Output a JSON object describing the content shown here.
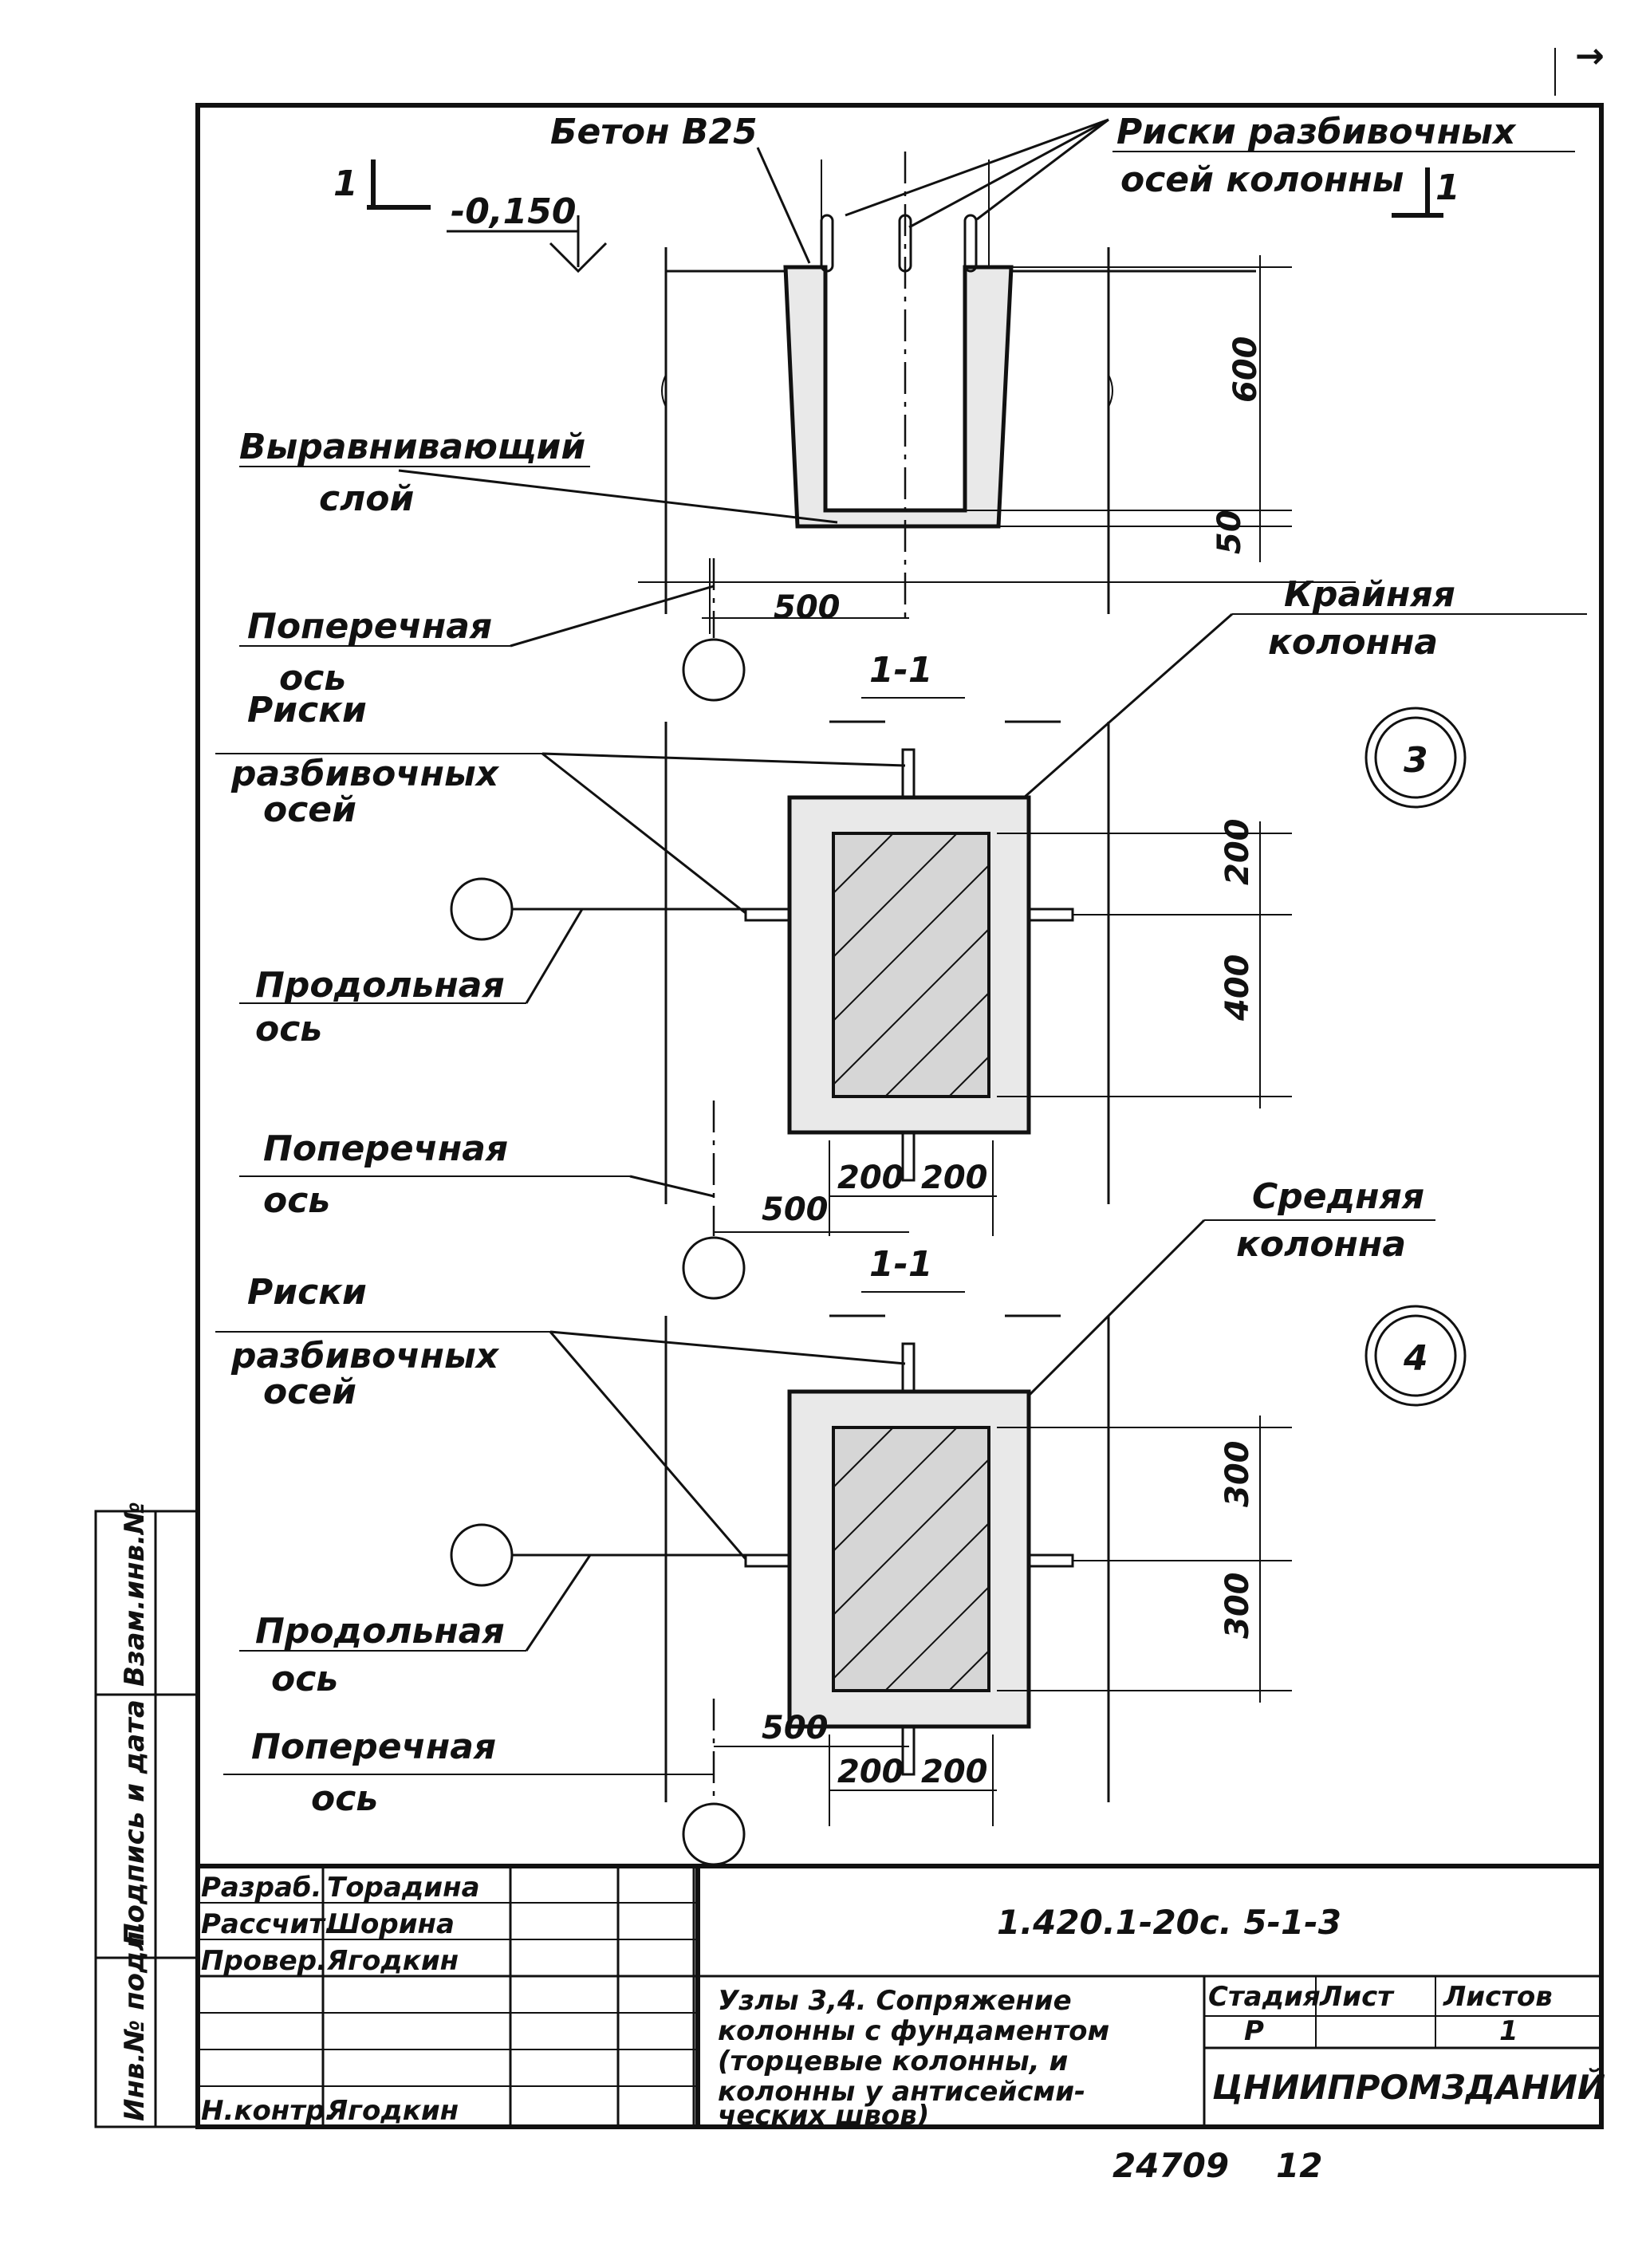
{
  "corner_mark": "→",
  "section_detail": {
    "concrete_label": "Бетон В25",
    "marks_label_line1": "Риски разбивочных",
    "marks_label_line2": "осей колонны",
    "section_mark_left": "1",
    "section_mark_right": "1",
    "level_mark": "-0,150",
    "leveling_label_line1": "Выравнивающий",
    "leveling_label_line2": "слой",
    "dim_depth": "600",
    "dim_bottom": "50",
    "dim_width": "500",
    "cross_axis_line1": "Поперечная",
    "cross_axis_line2": "ось"
  },
  "node3": {
    "section_title": "1-1",
    "node_number": "3",
    "column_label_line1": "Крайняя",
    "column_label_line2": "колонна",
    "marks_line1": "Риски",
    "marks_line2": "разбивочных",
    "marks_line3": "осей",
    "long_axis_line1": "Продольная",
    "long_axis_line2": "ось",
    "cross_axis_line1": "Поперечная",
    "cross_axis_line2": "ось",
    "dim_top": "200",
    "dim_bottom": "400",
    "dim_left": "200",
    "dim_right": "200",
    "dim_offset": "500"
  },
  "node4": {
    "section_title": "1-1",
    "node_number": "4",
    "column_label_line1": "Средняя",
    "column_label_line2": "колонна",
    "marks_line1": "Риски",
    "marks_line2": "разбивочных",
    "marks_line3": "осей",
    "long_axis_line1": "Продольная",
    "long_axis_line2": "ось",
    "cross_axis_line1": "Поперечная",
    "cross_axis_line2": "ось",
    "dim_top": "300",
    "dim_bottom": "300",
    "dim_left": "200",
    "dim_right": "200",
    "dim_offset": "500"
  },
  "side_stamp": {
    "field1": "Взам.инв.№",
    "field2": "Подпись и дата",
    "field3": "Инв.№ подл."
  },
  "title_block": {
    "doc_code": "1.420.1-20с. 5-1-3",
    "roles": [
      "Разраб.",
      "Рассчит.",
      "Провер.",
      "",
      "",
      "",
      "Н.контр."
    ],
    "names": [
      "Торадина",
      "Шорина",
      "Ягодкин",
      "",
      "",
      "",
      "Ягодкин"
    ],
    "title_lines": [
      "Узлы 3,4. Сопряжение",
      "колонны с фундаментом",
      "(торцевые колонны, и",
      "колонны у антисейсми-",
      "ческих швов)"
    ],
    "stage_header": "Стадия",
    "sheet_header": "Лист",
    "sheets_header": "Листов",
    "stage_value": "Р",
    "sheet_value": "",
    "sheets_value": "1",
    "organization": "ЦНИИПРОМЗДАНИЙ",
    "footer_number": "24709",
    "footer_page": "12"
  }
}
